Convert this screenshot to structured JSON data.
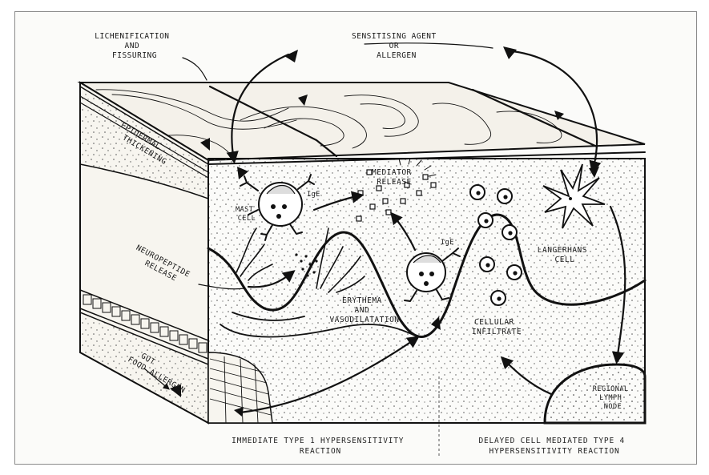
{
  "labels": {
    "lichenification": [
      "LICHENIFICATION",
      "AND",
      "FISSURING"
    ],
    "sensitising_agent": [
      "SENSITISING AGENT",
      "OR",
      "ALLERGEN"
    ],
    "epidermal_thickening": [
      "EPIDERMAL",
      "THICKENING"
    ],
    "mast_cell": [
      "MAST",
      "CELL"
    ],
    "mediator_release": [
      "MEDIATOR",
      "RELEASE"
    ],
    "ige_1": "IgE",
    "ige_2": "IgE",
    "neuropeptide_release": [
      "NEUROPEPTIDE",
      "RELEASE"
    ],
    "erythema": [
      "ERYTHEMA",
      "AND",
      "VASODILATATION"
    ],
    "langerhans_cell": [
      "LANGERHANS",
      "CELL"
    ],
    "cellular_infiltrate": [
      "CELLULAR",
      "INFILTRATE"
    ],
    "gut_food_allergen": [
      "GUT",
      "FOOD ALLERGEN"
    ],
    "regional_lymph_node": [
      "REGIONAL",
      "LYMPH",
      "NODE"
    ]
  },
  "captions": {
    "left": [
      "IMMEDIATE TYPE 1 HYPERSENSITIVITY",
      "REACTION"
    ],
    "right": [
      "DELAYED CELL MEDIATED TYPE 4",
      "HYPERSENSITIVITY REACTION"
    ]
  }
}
